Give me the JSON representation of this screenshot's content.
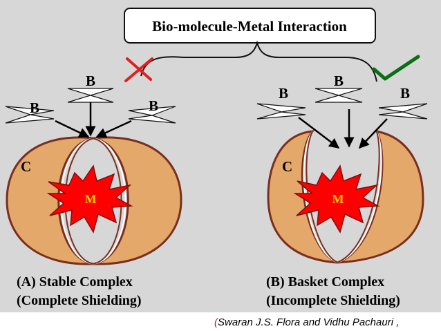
{
  "title": "Bio-molecule-Metal Interaction",
  "ligand_label": "B",
  "carrier_label": "C",
  "metal_label": "M",
  "panels": [
    {
      "caption_line1": "(A) Stable Complex",
      "caption_line2": "(Complete Shielding)",
      "verdict": "cross"
    },
    {
      "caption_line1": "(B) Basket Complex",
      "caption_line2": "(Incomplete Shielding)",
      "verdict": "check"
    }
  ],
  "citation": {
    "open_paren": "(",
    "text": "Swaran J.S. Flora and Vidhu Pachauri ,"
  },
  "colors": {
    "background": "#d7d7d7",
    "shell_fill": "#e3a86a",
    "shell_stroke": "#7a2e1e",
    "star_fill": "#ff0000",
    "star_label": "#ffd200",
    "cross": "#e02020",
    "check": "#0a6e12"
  }
}
